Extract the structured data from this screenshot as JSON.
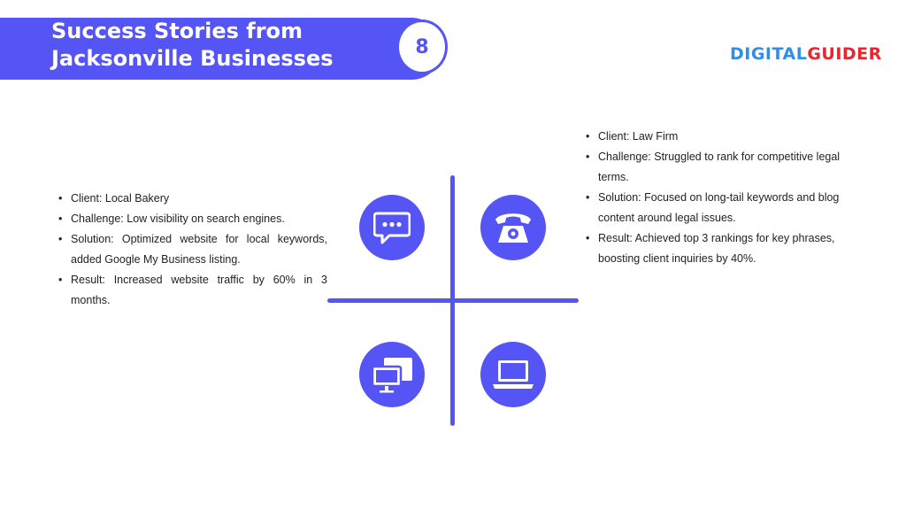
{
  "header": {
    "title_line1": "Success Stories from",
    "title_line2": "Jacksonville Businesses",
    "page_number": "8"
  },
  "logo": {
    "part1": "DIGITAL",
    "part2": "GUIDER"
  },
  "left_story": {
    "items": [
      "Client: Local Bakery",
      "Challenge: Low visibility on search engines.",
      "Solution: Optimized website for local keywords, added Google My Business listing.",
      "Result: Increased website traffic by 60% in 3 months."
    ]
  },
  "right_story": {
    "items": [
      "Client: Law Firm",
      "Challenge: Struggled to rank for competitive legal terms.",
      "Solution: Focused on long-tail keywords and blog content around legal issues.",
      "Result: Achieved top 3 rankings for key phrases, boosting client inquiries by 40%."
    ]
  },
  "icons": [
    "chat-bubble-icon",
    "telephone-icon",
    "devices-icon",
    "laptop-icon"
  ],
  "colors": {
    "accent": "#5555f6",
    "logo_blue": "#2f8fe8",
    "logo_red": "#e8262d"
  }
}
